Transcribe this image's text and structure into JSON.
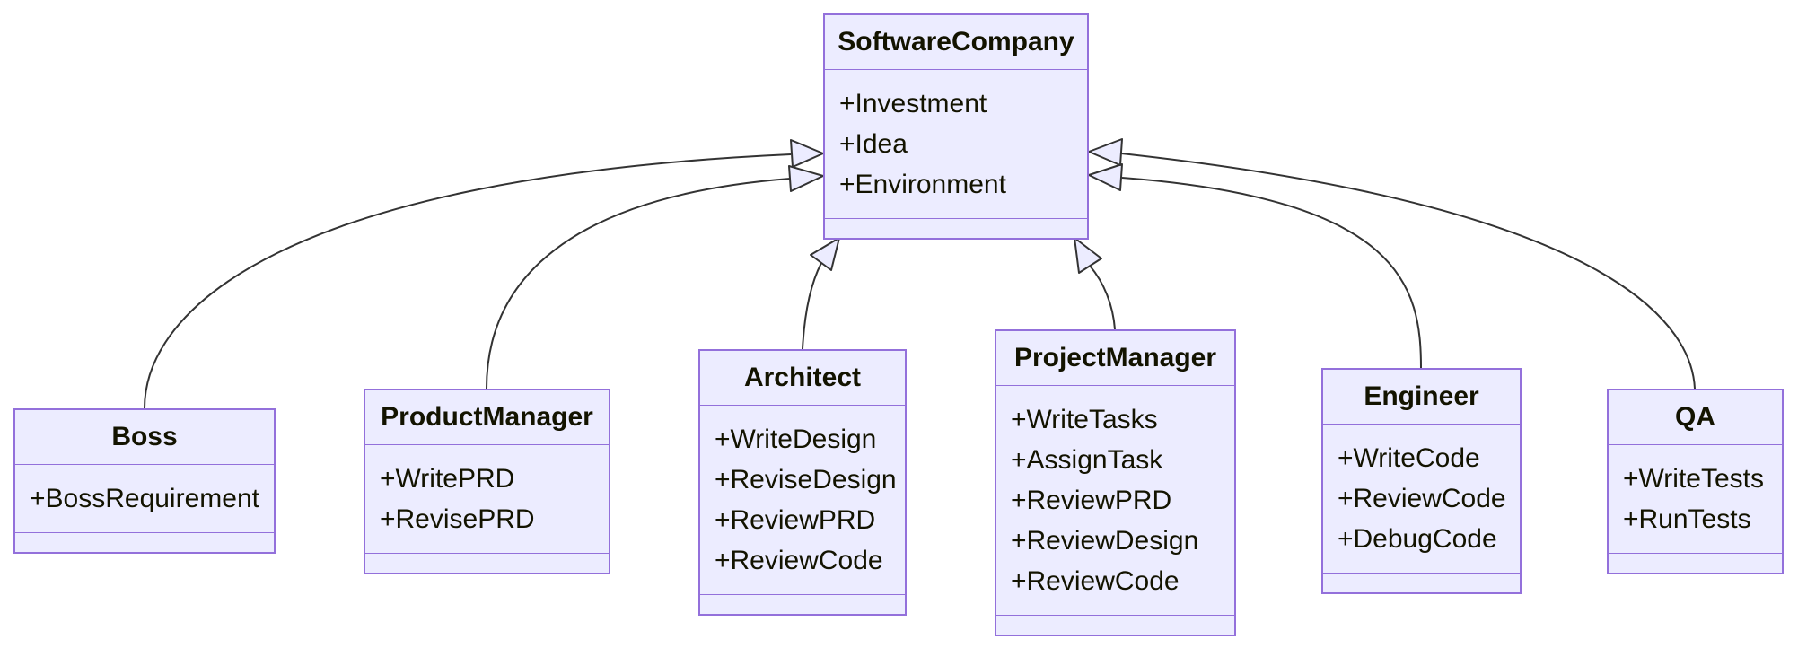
{
  "diagram": {
    "type": "uml-class-diagram",
    "classes": [
      {
        "name": "SoftwareCompany",
        "members": [
          "+Investment",
          "+Idea",
          "+Environment"
        ]
      },
      {
        "name": "Boss",
        "members": [
          "+BossRequirement"
        ]
      },
      {
        "name": "ProductManager",
        "members": [
          "+WritePRD",
          "+RevisePRD"
        ]
      },
      {
        "name": "Architect",
        "members": [
          "+WriteDesign",
          "+ReviseDesign",
          "+ReviewPRD",
          "+ReviewCode"
        ]
      },
      {
        "name": "ProjectManager",
        "members": [
          "+WriteTasks",
          "+AssignTask",
          "+ReviewPRD",
          "+ReviewDesign",
          "+ReviewCode"
        ]
      },
      {
        "name": "Engineer",
        "members": [
          "+WriteCode",
          "+ReviewCode",
          "+DebugCode"
        ]
      },
      {
        "name": "QA",
        "members": [
          "+WriteTests",
          "+RunTests"
        ]
      }
    ],
    "relations": [
      {
        "from": "Boss",
        "to": "SoftwareCompany",
        "type": "inheritance"
      },
      {
        "from": "ProductManager",
        "to": "SoftwareCompany",
        "type": "inheritance"
      },
      {
        "from": "Architect",
        "to": "SoftwareCompany",
        "type": "inheritance"
      },
      {
        "from": "ProjectManager",
        "to": "SoftwareCompany",
        "type": "inheritance"
      },
      {
        "from": "Engineer",
        "to": "SoftwareCompany",
        "type": "inheritance"
      },
      {
        "from": "QA",
        "to": "SoftwareCompany",
        "type": "inheritance"
      }
    ],
    "colors": {
      "node_fill": "#ECECFF",
      "node_border": "#9370DB",
      "edge_line": "#333333",
      "text": "#131300",
      "background": "#ffffff"
    }
  }
}
